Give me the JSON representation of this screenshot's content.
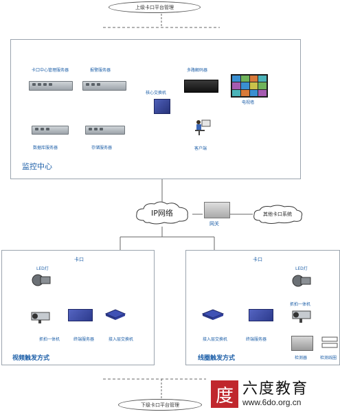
{
  "top": {
    "upper_platform": "上级卡口平台管理",
    "lower_platform": "下级卡口平台管理"
  },
  "monitor_center": {
    "title": "监控中心",
    "card_mgmt_server": "卡口中心管理服务器",
    "alarm_server": "报警服务器",
    "database_server": "数据库服务器",
    "storage_server": "存储服务器",
    "core_switch": "核心交换机",
    "multi_decoder": "多路解码器",
    "tv_wall": "电视墙",
    "client": "客户端"
  },
  "network": {
    "ip_network": "IP网络",
    "gateway": "网关",
    "other_systems": "其他卡口系统"
  },
  "left_site": {
    "title": "卡口",
    "mode": "视频触发方式",
    "led": "LED灯",
    "camera": "抓拍一体机",
    "terminal_server": "终端服务器",
    "access_switch": "接入层交换机"
  },
  "right_site": {
    "title": "卡口",
    "mode": "线圈触发方式",
    "led": "LED灯",
    "camera": "抓拍一体机",
    "terminal_server": "终端服务器",
    "access_switch": "接入层交换机",
    "detector": "检测器",
    "coil": "检测线圈"
  },
  "watermark": {
    "cn": "六度教育",
    "url": "www.6do.org.cn",
    "logo_char": "度"
  },
  "colors": {
    "line": "#555555",
    "label": "#1d5fa8",
    "switch": "#3f51b5",
    "logo": "#c0272d"
  }
}
